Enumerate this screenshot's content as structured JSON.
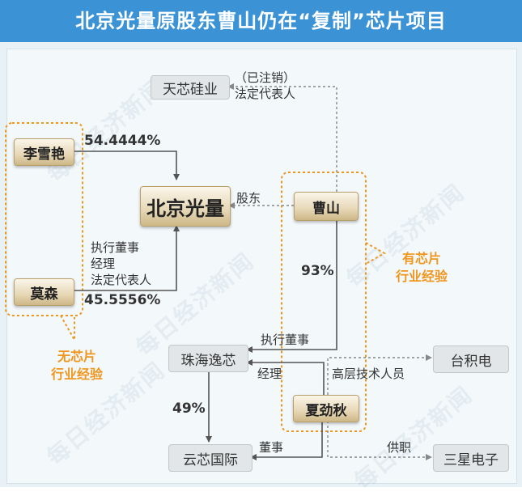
{
  "title": "北京光量原股东曹山仍在“复制”芯片项目",
  "watermark": "每日经济新闻",
  "nodes": {
    "tianxin": "天芯硅业",
    "lixueyan": "李雪艳",
    "beijing": "北京光量",
    "caoshan": "曹山",
    "mosen": "莫森",
    "zhuhai": "珠海逸芯",
    "xiajinqiu": "夏劲秋",
    "yunxin": "云芯国际",
    "taiji": "台积电",
    "samsung": "三星电子"
  },
  "edge_labels": {
    "tianxin_role_1": "（已注销）",
    "tianxin_role_2": "法定代表人",
    "li_pct": "54.4444%",
    "shareholder": "股东",
    "mosen_roles": [
      "执行董事",
      "经理",
      "法定代表人"
    ],
    "mosen_pct": "45.5556%",
    "cao_zhuhai_pct": "93%",
    "exec_director": "执行董事",
    "manager": "经理",
    "senior_staff": "高层技术人员",
    "zhuhai_yunxin_pct": "49%",
    "director": "董事",
    "served": "供职"
  },
  "groups": {
    "no_chip_1": "无芯片",
    "no_chip_2": "行业经验",
    "has_chip_1": "有芯片",
    "has_chip_2": "行业经验"
  },
  "colors": {
    "header": "#3b93d6",
    "accent_orange": "#f0961e",
    "gold_box": "#e6d7b5",
    "grey_box": "#e2e6e8"
  }
}
